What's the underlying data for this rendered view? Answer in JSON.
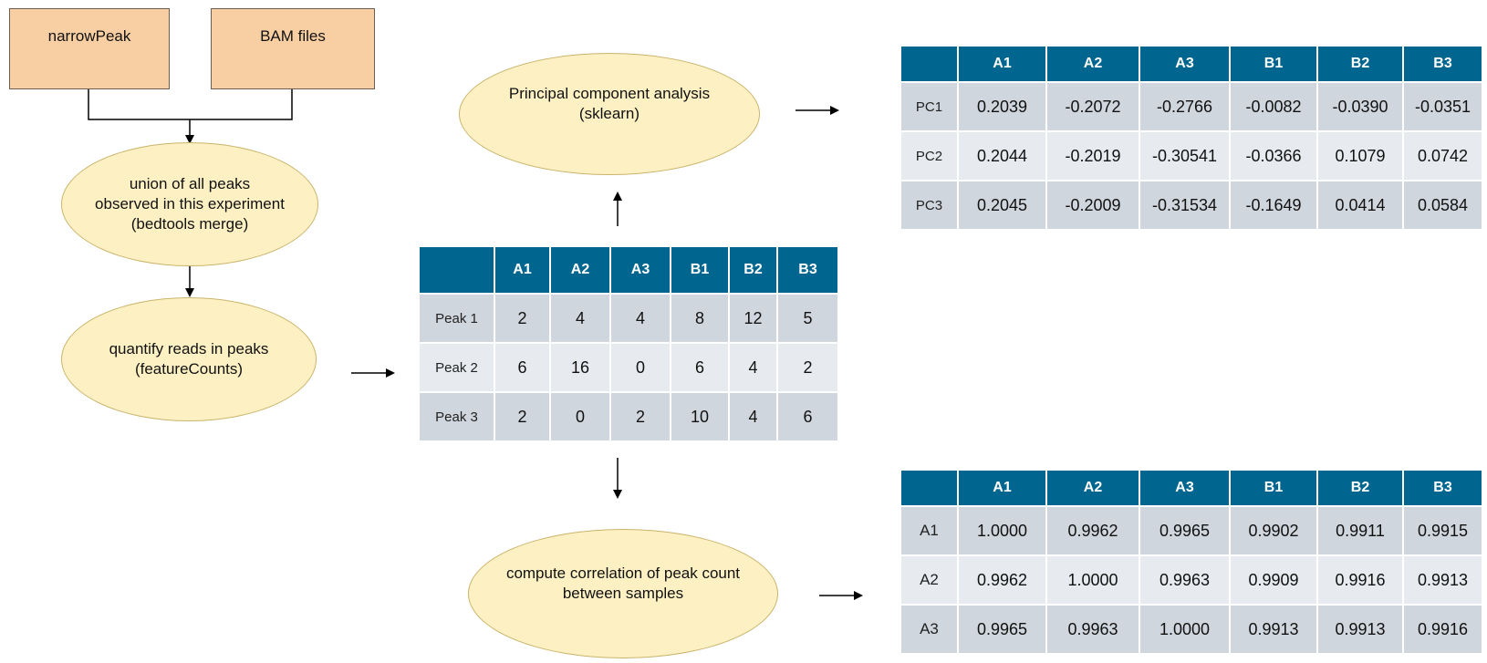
{
  "inputs": {
    "narrowpeak": "narrowPeak",
    "bam": "BAM files"
  },
  "steps": {
    "union": [
      "union of all peaks",
      "observed in this experiment",
      "(bedtools merge)"
    ],
    "quantify": [
      "quantify reads in peaks",
      "(featureCounts)"
    ],
    "pca": [
      "Principal component analysis",
      "(sklearn)"
    ],
    "correlation": [
      "compute correlation of peak count",
      "between samples"
    ]
  },
  "counts_table": {
    "columns": [
      "",
      "A1",
      "A2",
      "A3",
      "B1",
      "B2",
      "B3"
    ],
    "rows": [
      [
        "Peak 1",
        "2",
        "4",
        "4",
        "8",
        "12",
        "5"
      ],
      [
        "Peak 2",
        "6",
        "16",
        "0",
        "6",
        "4",
        "2"
      ],
      [
        "Peak 3",
        "2",
        "0",
        "2",
        "10",
        "4",
        "6"
      ]
    ]
  },
  "pca_table": {
    "columns": [
      "",
      "A1",
      "A2",
      "A3",
      "B1",
      "B2",
      "B3"
    ],
    "rows": [
      [
        "PC1",
        "0.2039",
        "-0.2072",
        "-0.2766",
        "-0.0082",
        "-0.0390",
        "-0.0351"
      ],
      [
        "PC2",
        "0.2044",
        "-0.2019",
        "-0.30541",
        "-0.0366",
        "0.1079",
        "0.0742"
      ],
      [
        "PC3",
        "0.2045",
        "-0.2009",
        "-0.31534",
        "-0.1649",
        "0.0414",
        "0.0584"
      ]
    ]
  },
  "correlation_table": {
    "columns": [
      "",
      "A1",
      "A2",
      "A3",
      "B1",
      "B2",
      "B3"
    ],
    "rows": [
      [
        "A1",
        "1.0000",
        "0.9962",
        "0.9965",
        "0.9902",
        "0.9911",
        "0.9915"
      ],
      [
        "A2",
        "0.9962",
        "1.0000",
        "0.9963",
        "0.9909",
        "0.9916",
        "0.9913"
      ],
      [
        "A3",
        "0.9965",
        "0.9963",
        "1.0000",
        "0.9913",
        "0.9913",
        "0.9916"
      ]
    ]
  }
}
